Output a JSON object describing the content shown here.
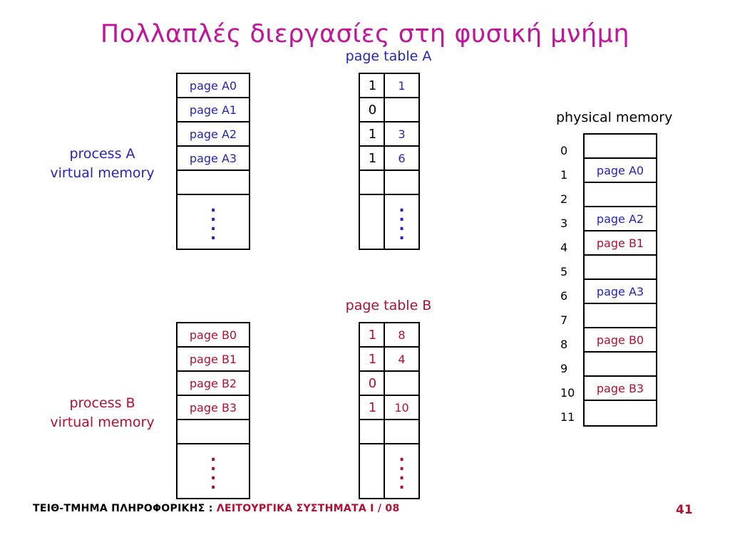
{
  "title": "Πολλαπλές διεργασίες στη φυσική μνήμη",
  "process_a": {
    "label_line1": "process A",
    "label_line2": "virtual memory",
    "pages": [
      "page A0",
      "page A1",
      "page A2",
      "page A3"
    ]
  },
  "process_b": {
    "label_line1": "process B",
    "label_line2": "virtual memory",
    "pages": [
      "page B0",
      "page B1",
      "page B2",
      "page B3"
    ]
  },
  "page_table_a": {
    "label": "page table A",
    "rows": [
      {
        "valid": "1",
        "frame": "1"
      },
      {
        "valid": "0",
        "frame": ""
      },
      {
        "valid": "1",
        "frame": "3"
      },
      {
        "valid": "1",
        "frame": "6"
      }
    ]
  },
  "page_table_b": {
    "label": "page table B",
    "rows": [
      {
        "valid": "1",
        "frame": "8"
      },
      {
        "valid": "1",
        "frame": "4"
      },
      {
        "valid": "0",
        "frame": ""
      },
      {
        "valid": "1",
        "frame": "10"
      }
    ]
  },
  "physical_memory": {
    "label": "physical memory",
    "indices": [
      "0",
      "1",
      "2",
      "3",
      "4",
      "5",
      "6",
      "7",
      "8",
      "9",
      "10",
      "11"
    ],
    "frames": [
      "",
      "page A0",
      "",
      "page A2",
      "page B1",
      "",
      "page A3",
      "",
      "page B0",
      "",
      "page B3",
      ""
    ],
    "frame_owner": [
      "",
      "A",
      "",
      "A",
      "B",
      "",
      "A",
      "",
      "B",
      "",
      "B",
      ""
    ]
  },
  "ellipsis": ". . . .",
  "footer": {
    "prefix": "ΤΕΙΘ-ΤΜΗΜΑ ΠΛΗΡΟΦΟΡΙΚΗΣ : ",
    "course": "ΛΕΙΤΟΥΡΓΙΚΑ ΣΥΣΤΗΜΑΤΑ Ι / 08",
    "page_number": "41"
  },
  "colors": {
    "title": "#c0149a",
    "process_a": "#2424b8",
    "process_b": "#b01030"
  }
}
